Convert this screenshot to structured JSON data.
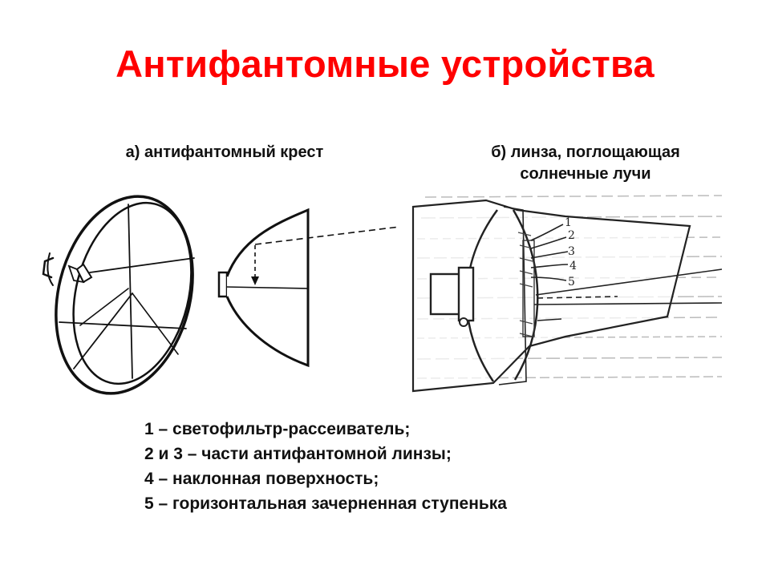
{
  "title": "Антифантомные устройства",
  "captions": {
    "a": "а) антифантомный крест",
    "b_line1": "б) линза, поглощающая",
    "b_line2": "солнечные лучи"
  },
  "figure_b_numbers": [
    "1",
    "2",
    "3",
    "4",
    "5"
  ],
  "legend": [
    "1 – светофильтр-рассеиватель;",
    "2 и 3 – части антифантомной линзы;",
    "4 – наклонная поверхность;",
    "5 – горизонтальная зачерненная ступенька"
  ]
}
